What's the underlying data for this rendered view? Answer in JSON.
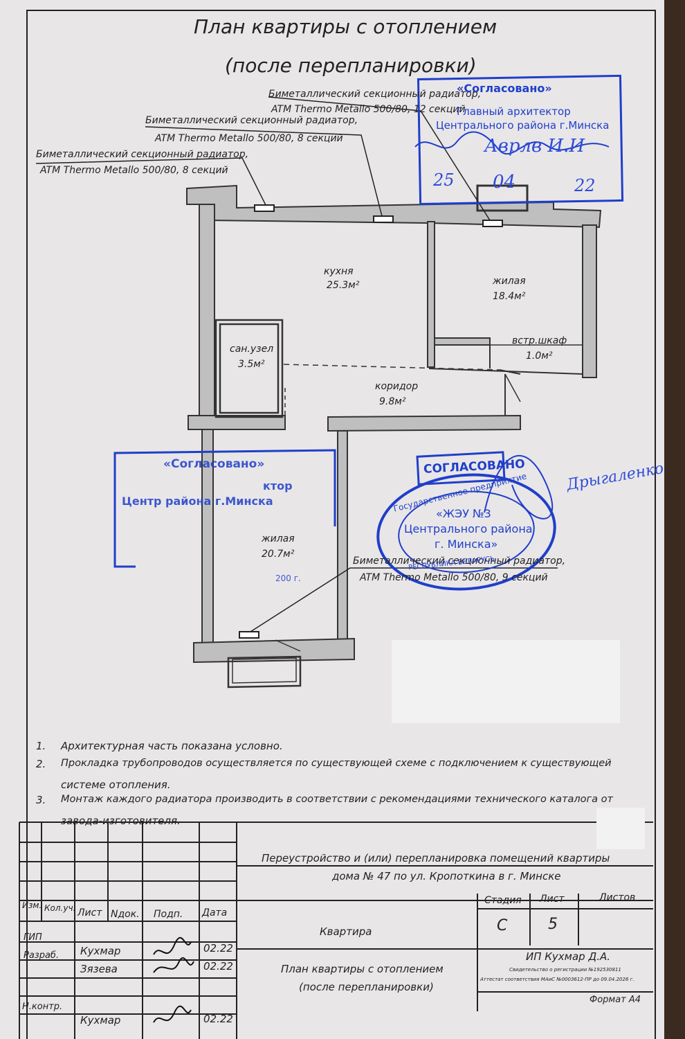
{
  "title": {
    "line1": "План квартиры с отоплением",
    "line2": "(после перепланировки)"
  },
  "radiator_labels": {
    "r1_line1": "Биметаллический секционный радиатор,",
    "r1_line2": "ATM Thermo Metallo 500/80, 12 секций",
    "r2_line1": "Биметаллический секционный радиатор,",
    "r2_line2": "ATM Thermo Metallo 500/80, 8 секций",
    "r3_line1": "Биметаллический секционный радиатор,",
    "r3_line2": "ATM Thermo Metallo 500/80, 8 секций",
    "r4_line1": "Биметаллический секционный радиатор,",
    "r4_line2": "ATM Thermo Metallo 500/80, 9 секций"
  },
  "rooms": {
    "kitchen_name": "кухня",
    "kitchen_area": "25.3м²",
    "living1_name": "жилая",
    "living1_area": "18.4м²",
    "closet_name": "встр.шкаф",
    "closet_area": "1.0м²",
    "bath_name": "сан.узел",
    "bath_area": "3.5м²",
    "corridor_name": "коридор",
    "corridor_area": "9.8м²",
    "living2_name": "жилая",
    "living2_area": "20.7м²"
  },
  "stamps": {
    "top_line1": "«Согласовано»",
    "top_line2": "Главный архитектор",
    "top_line3": "Центрального района г.Минска",
    "top_date_day": "25",
    "top_date_month": "04",
    "top_date_year": "22",
    "top_signature": "Аврлв И.И",
    "left_line1": "«Согласовано»",
    "left_line2": "ктор",
    "left_line3": "Центр района г.Минска",
    "left_year": "200 г.",
    "sogl": "СОГЛАСОВАНО",
    "round_outer": "Государственное предприятие",
    "round_line1": "«ЖЭУ №3",
    "round_line2": "Центрального района",
    "round_line3": "г. Минска»",
    "round_bottom": "РЕСПУБЛИКА БЕЛАРУСЬ",
    "handwritten": "Дрыгаленко"
  },
  "notes": {
    "n1_num": "1.",
    "n1_text": "Архитектурная часть показана условно.",
    "n2_num": "2.",
    "n2_line1": "Прокладка трубопроводов осуществляется по существующей схеме с подключением к существующей",
    "n2_line2": "системе отопления.",
    "n3_num": "3.",
    "n3_line1": "Монтаж каждого радиатора производить в соответствии с рекомендациями технического каталога от",
    "n3_line2": "завода-изготовителя."
  },
  "title_block": {
    "project_line1": "Переустройство и (или) перепланировка помещений квартиры",
    "project_line2": "дома № 47 по ул. Кропоткина в г. Минске",
    "h_izm": "Изм.",
    "h_koluch": "Кол.уч.",
    "h_list": "Лист",
    "h_ndok": "Nдок.",
    "h_podp": "Подп.",
    "h_data": "Дата",
    "h_stadia": "Стадия",
    "h_list2": "Лист",
    "h_listov": "Листов",
    "stadia_value": "С",
    "list_value": "5",
    "object_name": "Квартира",
    "role_gip": "ГИП",
    "role_razrab": "Разраб.",
    "role_nkontr": "Н.контр.",
    "name_gip": "Кухмар",
    "name_razrab": "Зязева",
    "name_nkontr": "Кухмар",
    "date_gip": "02.22",
    "date_razrab": "02.22",
    "date_nkontr": "02.22",
    "sheet_line1": "План квартиры с отоплением",
    "sheet_line2": "(после перепланировки)",
    "org_name": "ИП Кухмар Д.А.",
    "org_cert1": "Свидетельство о регистрации №192530811",
    "org_cert2": "Аттестат соответствия МАиС №0003612-ПР до 09.04.2026 г.",
    "format": "Формат А4"
  }
}
